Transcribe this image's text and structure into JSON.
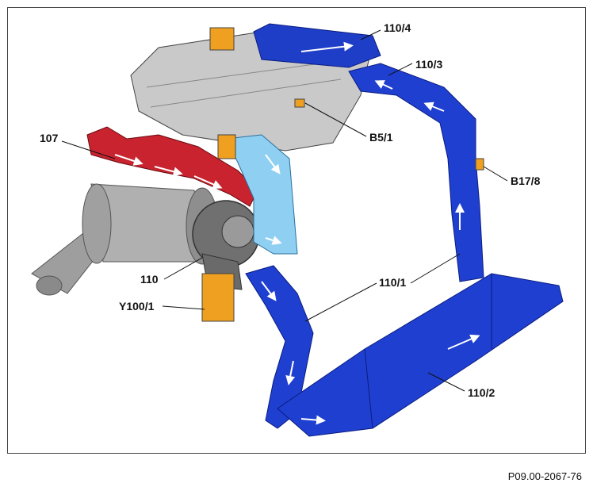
{
  "figure": {
    "reference_code": "P09.00-2067-76",
    "colors": {
      "charge_air_pipe": "#1f3fd0",
      "charge_air_dark": "#0d2396",
      "compressor_duct": "#8fd0f2",
      "exhaust_manifold": "#c8232e",
      "intake_manifold": "#c8c8c8",
      "sensor_parts": "#f0a020",
      "filter_housing": "#a9a9a9"
    }
  },
  "callouts": [
    {
      "id": "110_4",
      "label": "110/4"
    },
    {
      "id": "110_3",
      "label": "110/3"
    },
    {
      "id": "107",
      "label": "107"
    },
    {
      "id": "b5_1",
      "label": "B5/1"
    },
    {
      "id": "b17_8",
      "label": "B17/8"
    },
    {
      "id": "110",
      "label": "110"
    },
    {
      "id": "110_1",
      "label": "110/1"
    },
    {
      "id": "y100_1",
      "label": "Y100/1"
    },
    {
      "id": "110_2",
      "label": "110/2"
    }
  ]
}
